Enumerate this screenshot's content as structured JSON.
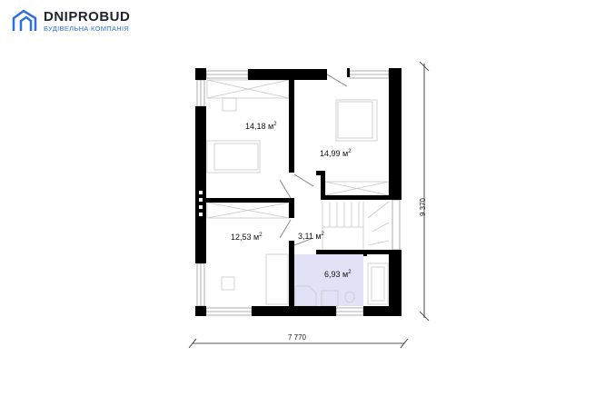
{
  "brand": {
    "name": "DNIPROBUD",
    "tagline": "БУДІВЕЛЬНА КОМПАНІЯ",
    "accent": "#2f6fe0"
  },
  "rooms": [
    {
      "name": "bedroom-1",
      "area": "14,18 м",
      "sup": "2"
    },
    {
      "name": "bedroom-2",
      "area": "14,99 м",
      "sup": "2"
    },
    {
      "name": "bedroom-3",
      "area": "12,53 м",
      "sup": "2"
    },
    {
      "name": "hall",
      "area": "3,11 м",
      "sup": "2"
    },
    {
      "name": "bathroom",
      "area": "6,93 м",
      "sup": "2"
    }
  ],
  "dimensions": {
    "width": "7 770",
    "depth": "9 370"
  },
  "colors": {
    "wall": "#000000",
    "bathroom": "#e2e2f6",
    "furniture": "#c8c8c8"
  }
}
